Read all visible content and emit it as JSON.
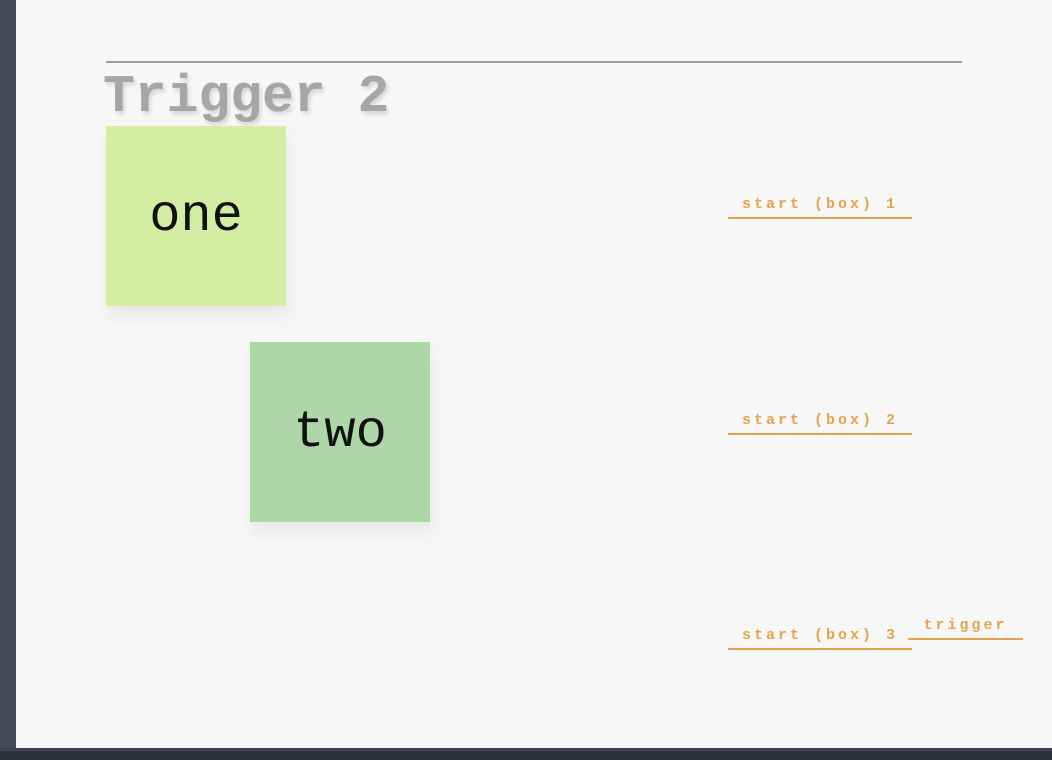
{
  "heading": {
    "title": "Trigger 2"
  },
  "boxes": [
    {
      "label": "one",
      "color": "#d3eda3"
    },
    {
      "label": "two",
      "color": "#aed7a7"
    }
  ],
  "links": [
    {
      "label": "start (box) 1"
    },
    {
      "label": "start (box) 2"
    },
    {
      "label": "start (box) 3"
    },
    {
      "label": "trigger"
    }
  ],
  "colors": {
    "page-bg": "#f7f7f7",
    "heading": "#a6a6a6",
    "divider": "#9b9b9b",
    "link": "#e2a54e",
    "box-one-bg": "#d3eda3",
    "box-two-bg": "#aed7a7",
    "box-text": "#111111",
    "left-edge": "#454855",
    "bottom-bar": "#2d303a",
    "bottom-bar-top": "#3f4250"
  }
}
